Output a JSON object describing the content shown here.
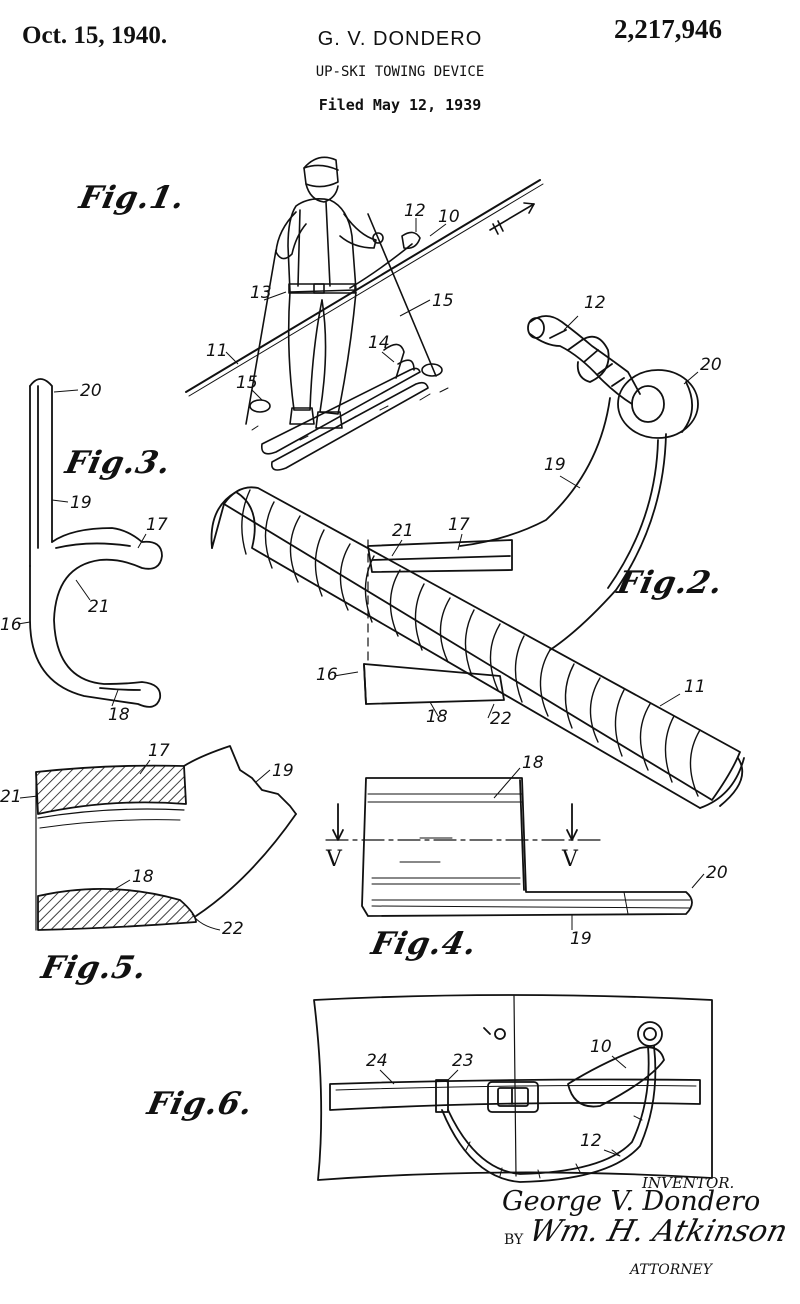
{
  "header": {
    "date": "Oct. 15, 1940.",
    "inventor_name": "G. V. DONDERO",
    "patent_number": "2,217,946",
    "title": "UP-SKI TOWING DEVICE",
    "filed": "Filed May 12, 1939"
  },
  "figures": {
    "fig1": "Fig.1.",
    "fig2": "Fig.2.",
    "fig3": "Fig.3.",
    "fig4": "Fig.4.",
    "fig5": "Fig.5.",
    "fig6": "Fig.6."
  },
  "refs": {
    "r10": "10",
    "r11": "11",
    "r12": "12",
    "r13": "13",
    "r14": "14",
    "r15": "15",
    "r16": "16",
    "r17": "17",
    "r18": "18",
    "r19": "19",
    "r20": "20",
    "r21": "21",
    "r22": "22",
    "r23": "23",
    "r24": "24",
    "sectionV": "V"
  },
  "signature": {
    "inventor_label": "INVENTOR.",
    "inventor_signature": "George V. Dondero",
    "by": "BY",
    "attorney_signature": "Wm. H. Atkinson",
    "attorney_label": "ATTORNEY"
  }
}
